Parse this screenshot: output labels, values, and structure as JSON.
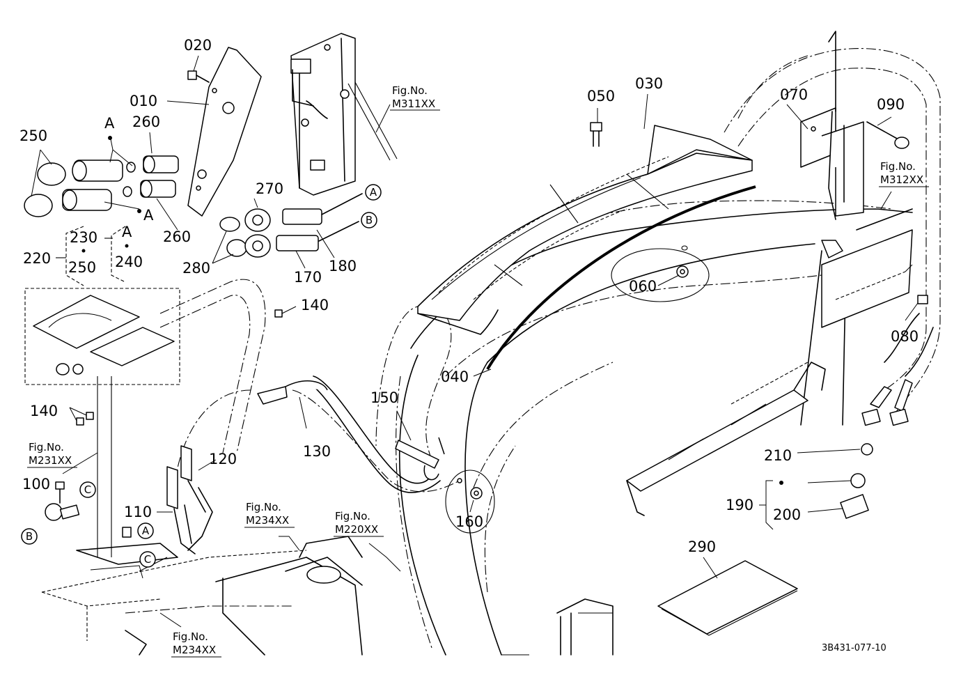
{
  "diagram": {
    "ref_code": "3B431-077-10",
    "fig_prefix": "Fig.No.",
    "fig_refs": [
      "M311XX",
      "M312XX",
      "M231XX",
      "M234XX",
      "M220XX",
      "M234XX"
    ],
    "letters": {
      "a": "A",
      "b": "B",
      "c": "C"
    },
    "parts": [
      "010",
      "020",
      "030",
      "040",
      "050",
      "060",
      "070",
      "080",
      "090",
      "100",
      "110",
      "120",
      "130",
      "140",
      "140",
      "150",
      "160",
      "170",
      "180",
      "190",
      "200",
      "210",
      "220",
      "230",
      "240",
      "250",
      "250",
      "260",
      "260",
      "270",
      "280",
      "290"
    ]
  }
}
